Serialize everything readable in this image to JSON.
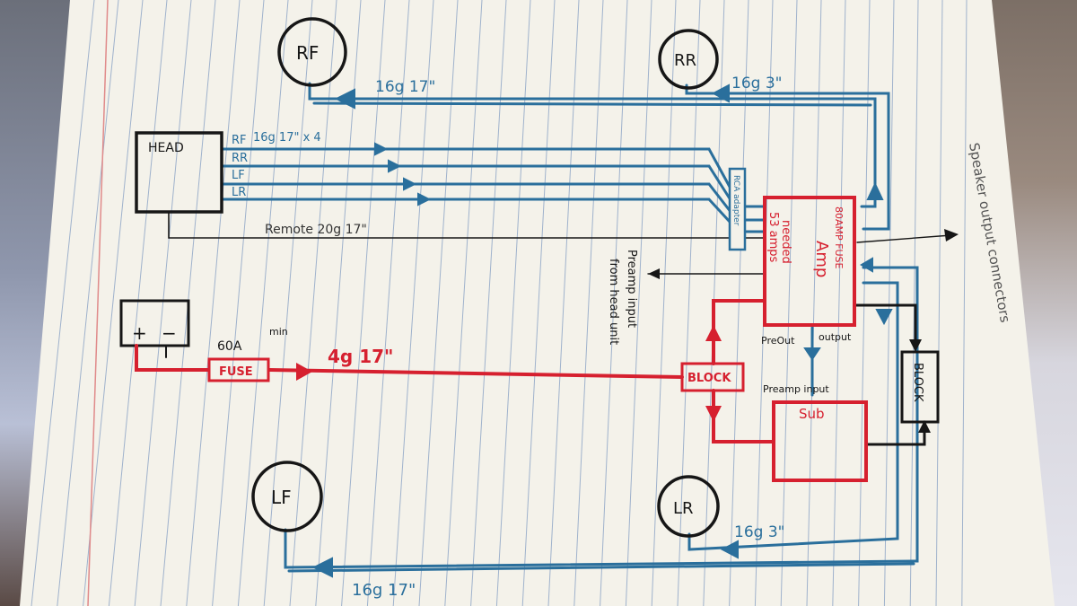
{
  "speakers": {
    "rf": "RF",
    "rr": "RR",
    "lf": "LF",
    "lr": "LR"
  },
  "head_unit": {
    "label": "HEAD",
    "outputs": [
      "RF",
      "RR",
      "LF",
      "LR"
    ],
    "wire_spec": "16g 17\" x 4",
    "remote": "Remote 20g 17\""
  },
  "wires": {
    "rf_run": "16g 17\"",
    "rr_run": "16g 3\"",
    "lr_run": "16g 3\"",
    "lf_run": "16g 17\"",
    "power_run": "4g 17\""
  },
  "battery": {
    "minus": "−",
    "plus": "+"
  },
  "fuse_main": {
    "label": "FUSE",
    "rating": "60A",
    "rating_note": "min"
  },
  "power_block": "BLOCK",
  "ground_block": "BLOCK",
  "adapter_label": "RCA adapter",
  "amp": {
    "name": "Amp",
    "note_line1": "53 amps",
    "note_line2": "needed",
    "fuse_label": "80AMP FUSE",
    "preout_label": "PreOut",
    "output_label": "output"
  },
  "sub": {
    "name": "Sub",
    "preamp_input_label": "Preamp input"
  },
  "notes": {
    "speaker_output": "Speaker output connectors",
    "preamp_line1": "Preamp input",
    "preamp_line2": "from head unit"
  },
  "colors": {
    "paper": "#f4f2ea",
    "margin_line": "#e08a8a",
    "rule_line": "#9fb2cc",
    "ink_black": "#161616",
    "ink_blue": "#2a6f9c",
    "ink_red": "#d6202f",
    "ink_pencil": "#444444"
  }
}
